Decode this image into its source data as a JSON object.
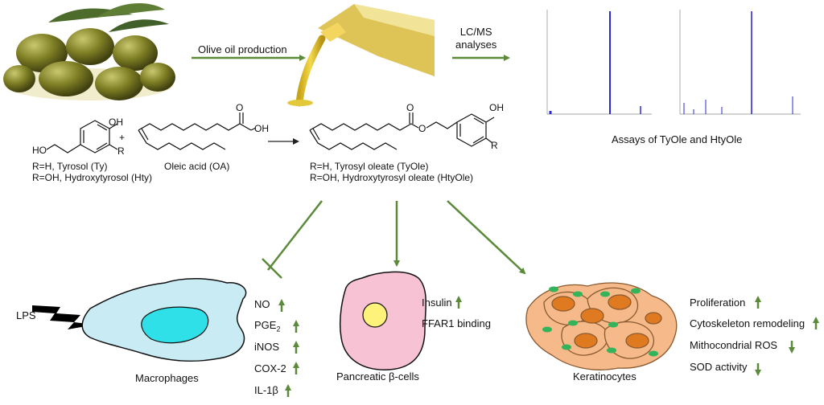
{
  "process": {
    "olive_oil_production": "Olive oil production",
    "lcms": "LC/MS\nanalyses",
    "assays": "Assays of TyOle and HtyOle"
  },
  "chemistry": {
    "plus": "+",
    "oh": "OH",
    "ho": "HO",
    "r": "R",
    "o": "O",
    "reactant_r1": "R=H, Tyrosol (Ty)",
    "reactant_r2": "R=OH, Hydroxytyrosol (Hty)",
    "oleic_acid": "Oleic acid (OA)",
    "product_r1": "R=H, Tyrosyl oleate (TyOle)",
    "product_r2": "R=OH, Hydroxytyrosyl oleate (HtyOle)"
  },
  "macrophages": {
    "title": "Macrophages",
    "stimulus": "LPS",
    "markers": [
      {
        "label": "NO",
        "direction": "up"
      },
      {
        "label": "PGE",
        "sub": "2",
        "direction": "up"
      },
      {
        "label": "iNOS",
        "direction": "up"
      },
      {
        "label": "COX-2",
        "direction": "up"
      },
      {
        "label": "IL-1β",
        "direction": "up"
      }
    ]
  },
  "beta_cells": {
    "title": "Pancreatic β-cells",
    "markers": [
      {
        "label": "Insulin",
        "direction": "up"
      },
      {
        "label": "FFAR1 binding",
        "direction": "none"
      }
    ]
  },
  "keratinocytes": {
    "title": "Keratinocytes",
    "markers": [
      {
        "label": "Proliferation",
        "direction": "up"
      },
      {
        "label": "Cytoskeleton remodeling",
        "direction": "up"
      },
      {
        "label": "Mithocondrial ROS",
        "direction": "down"
      },
      {
        "label": "SOD activity",
        "direction": "down"
      }
    ]
  },
  "colors": {
    "arrow_green": "#5b8a3a",
    "macrophage_fill": "#c9ecf4",
    "nucleus_fill": "#2fe0e8",
    "beta_fill": "#f7c2d4",
    "beta_nucleus": "#fff27a",
    "kera_fill": "#f5b98a",
    "kera_nucleus": "#e07a20",
    "kera_dot": "#33b35a"
  }
}
